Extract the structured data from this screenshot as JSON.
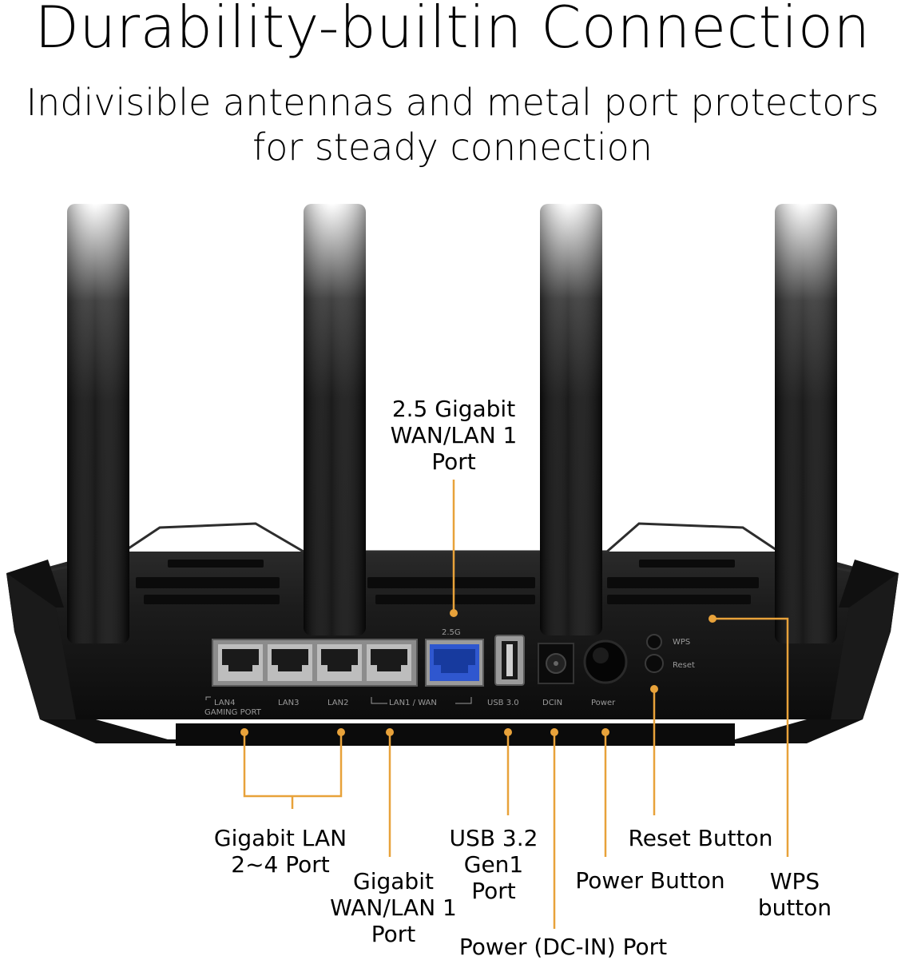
{
  "header": {
    "title": "Durability-builtin Connection",
    "subtitle_line1": "Indivisible antennas and metal port protectors",
    "subtitle_line2": "for steady connection"
  },
  "router_text": {
    "lan4": "LAN4",
    "lan3": "LAN3",
    "gaming_port": "GAMING PORT",
    "lan2": "LAN2",
    "lan1_wan": "LAN1 / WAN",
    "usb": "USB 3.0",
    "dcin": "DCIN",
    "power": "Power",
    "wps": "WPS",
    "reset": "Reset",
    "port_25g": "2.5G"
  },
  "callouts": {
    "wan_25g": [
      "2.5 Gigabit",
      "WAN/LAN 1",
      "Port"
    ],
    "gigabit_lan": [
      "Gigabit LAN",
      "2~4 Port"
    ],
    "gigabit_wan": [
      "Gigabit",
      "WAN/LAN 1",
      "Port"
    ],
    "usb": [
      "USB 3.2",
      "Gen1",
      "Port"
    ],
    "dc_in": "Power (DC-IN) Port",
    "power_button": "Power Button",
    "reset_button": "Reset Button",
    "wps_button": [
      "WPS",
      "button"
    ]
  },
  "colors": {
    "callout": "#e8a23a",
    "router_body": "#141414",
    "port_blue": "#3a63d6"
  }
}
